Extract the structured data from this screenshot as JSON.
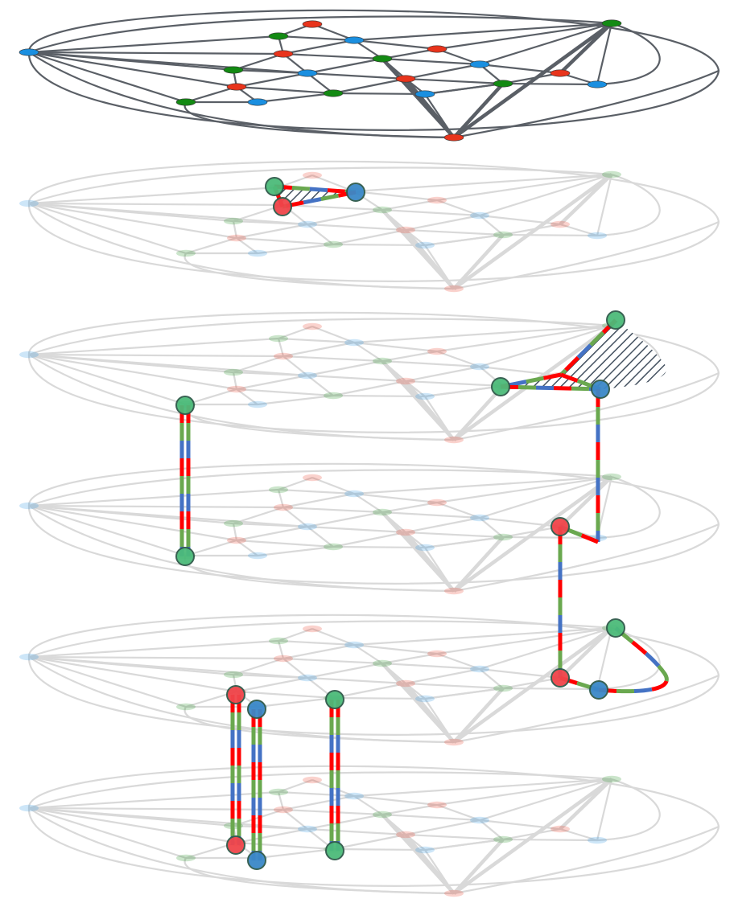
{
  "diagram": {
    "colors": {
      "node_green": "#138a13",
      "node_red": "#e8341c",
      "node_blue": "#1a8fe0",
      "marker_green": "#4cbb7a",
      "marker_red": "#f0454a",
      "marker_blue": "#3b88c8",
      "dash_red": "#ff0000",
      "dash_green": "#6aa84f",
      "dash_blue": "#4472c4",
      "hatch": "#2f3e4e",
      "edge": "#5a5f66",
      "ghost_edge": "#d9d9d9"
    },
    "layer_count": 6,
    "node_shape": "ellipse",
    "marker_shape": "circle",
    "vertical_link_style": "tricolor-dashed",
    "face_fill": "diagonal-hatch"
  }
}
